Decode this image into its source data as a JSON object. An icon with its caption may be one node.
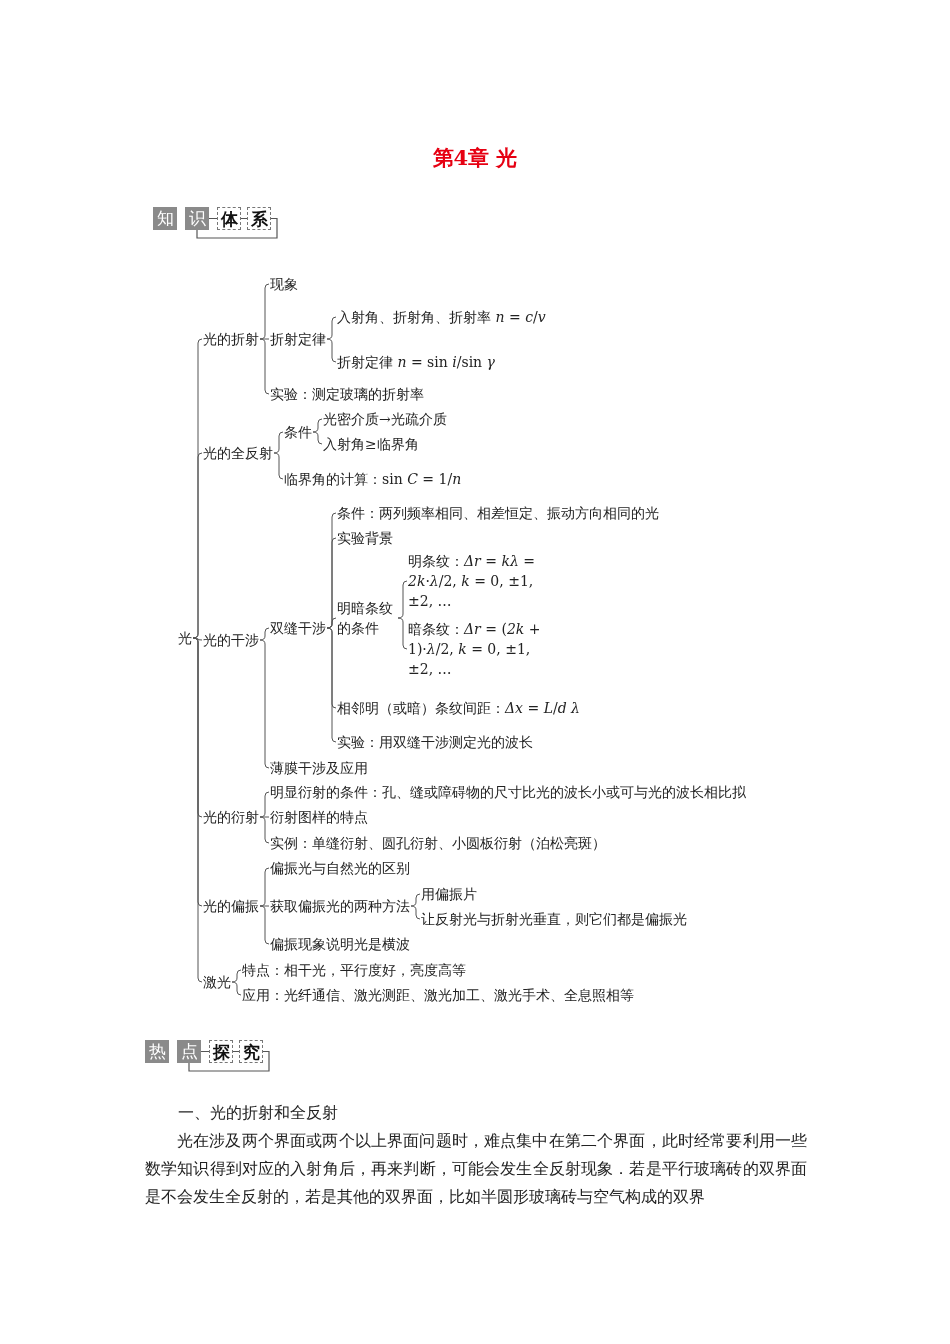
{
  "diagram": {
    "title": "第4章 光",
    "nodes": [
      {
        "text": [
          "光"
        ]
      },
      {
        "text": [
          "光的折射"
        ]
      },
      {
        "text": [
          "现象"
        ]
      },
      {
        "text": [
          "折射定律"
        ]
      },
      {
        "text": [
          "入射角、折射角、折射率 *n* = *c*/*v*"
        ]
      },
      {
        "text": [
          "折射定律 *n* = sin *i*/sin *γ*"
        ]
      },
      {
        "text": [
          "实验：测定玻璃的折射率"
        ]
      },
      {
        "text": [
          "光的全反射"
        ]
      },
      {
        "text": [
          "条件"
        ]
      },
      {
        "text": [
          "光密介质→光疏介质"
        ]
      },
      {
        "text": [
          "入射角≥临界角"
        ]
      },
      {
        "text": [
          "临界角的计算：sin *C* = 1/*n*"
        ]
      },
      {
        "text": [
          "光的干涉"
        ]
      },
      {
        "text": [
          "双缝干涉"
        ]
      },
      {
        "text": [
          "条件：两列频率相同、相差恒定、振动方向相同的光"
        ]
      },
      {
        "text": [
          "实验背景"
        ]
      },
      {
        "text": [
          "明暗条纹的条件"
        ]
      },
      {
        "text": [
          "明条纹：*Δr* = *kλ* = *2k*·*λ*/2, *k* = 0, ±1, ±2, …"
        ]
      },
      {
        "text": [
          "暗条纹：*Δr* = (*2k* + 1)·*λ*/2, *k* = 0, ±1, ±2, …"
        ]
      },
      {
        "text": [
          "相邻明（或暗）条纹间距：*Δx* = *L*/*d* *λ*"
        ]
      },
      {
        "text": [
          "实验：用双缝干涉测定光的波长"
        ]
      },
      {
        "text": [
          "薄膜干涉及应用"
        ]
      },
      {
        "text": [
          "光的衍射"
        ]
      },
      {
        "text": [
          "明显衍射的条件：孔、缝或障碍物的尺寸比光的波长小或可与光的波长相比拟"
        ]
      },
      {
        "text": [
          "衍射图样的特点"
        ]
      },
      {
        "text": [
          "实例：单缝衍射、圆孔衍射、小圆板衍射（泊松亮斑）"
        ]
      },
      {
        "text": [
          "光的偏振"
        ]
      },
      {
        "text": [
          "偏振光与自然光的区别"
        ]
      },
      {
        "text": [
          "获取偏振光的两种方法"
        ]
      },
      {
        "text": [
          "用偏振片"
        ]
      },
      {
        "text": [
          "让反射光与折射光垂直，则它们都是偏振光"
        ]
      },
      {
        "text": [
          "偏振现象说明光是横波"
        ]
      },
      {
        "text": [
          "激光"
        ]
      },
      {
        "text": [
          "特点：相干光，平行度好，亮度高等"
        ]
      },
      {
        "text": [
          "应用：光纤通信、激光测距、激光加工、激光手术、全息照相等"
        ]
      }
    ],
    "edges": [
      {
        "from": 0,
        "to": 1,
        "arrow": "none"
      },
      {
        "from": 1,
        "to": 2,
        "arrow": "none"
      },
      {
        "from": 1,
        "to": 3,
        "arrow": "none"
      },
      {
        "from": 3,
        "to": 4,
        "arrow": "none"
      },
      {
        "from": 3,
        "to": 5,
        "arrow": "none"
      },
      {
        "from": 1,
        "to": 6,
        "arrow": "none"
      },
      {
        "from": 0,
        "to": 7,
        "arrow": "none"
      },
      {
        "from": 7,
        "to": 8,
        "arrow": "none"
      },
      {
        "from": 8,
        "to": 9,
        "arrow": "none"
      },
      {
        "from": 8,
        "to": 10,
        "arrow": "none"
      },
      {
        "from": 7,
        "to": 11,
        "arrow": "none"
      },
      {
        "from": 0,
        "to": 12,
        "arrow": "none"
      },
      {
        "from": 12,
        "to": 13,
        "arrow": "none"
      },
      {
        "from": 13,
        "to": 14,
        "arrow": "none"
      },
      {
        "from": 13,
        "to": 15,
        "arrow": "none"
      },
      {
        "from": 13,
        "to": 16,
        "arrow": "none"
      },
      {
        "from": 16,
        "to": 17,
        "arrow": "none"
      },
      {
        "from": 16,
        "to": 18,
        "arrow": "none"
      },
      {
        "from": 13,
        "to": 19,
        "arrow": "none"
      },
      {
        "from": 13,
        "to": 20,
        "arrow": "none"
      },
      {
        "from": 12,
        "to": 21,
        "arrow": "none"
      },
      {
        "from": 0,
        "to": 22,
        "arrow": "none"
      },
      {
        "from": 22,
        "to": 23,
        "arrow": "none"
      },
      {
        "from": 22,
        "to": 24,
        "arrow": "none"
      },
      {
        "from": 22,
        "to": 25,
        "arrow": "none"
      },
      {
        "from": 0,
        "to": 26,
        "arrow": "none"
      },
      {
        "from": 26,
        "to": 27,
        "arrow": "none"
      },
      {
        "from": 26,
        "to": 28,
        "arrow": "none"
      },
      {
        "from": 28,
        "to": 29,
        "arrow": "none"
      },
      {
        "from": 28,
        "to": 30,
        "arrow": "none"
      },
      {
        "from": 26,
        "to": 31,
        "arrow": "none"
      },
      {
        "from": 0,
        "to": 32,
        "arrow": "none"
      },
      {
        "from": 32,
        "to": 33,
        "arrow": "none"
      },
      {
        "from": 32,
        "to": 34,
        "arrow": "none"
      }
    ],
    "labels": [
      "知识体系",
      "热点探究",
      "一、光的折射和全反射",
      "光在涉及两个界面或两个以上界面问题时，难点集中在第二个界面，此时经常要利用一些数学知识得到对应的入射角后，再来判断，可能会发生全反射现象．若是平行玻璃砖的双界面是不会发生全反射的，若是其他的双界面，比如半圆形玻璃砖与空气构成的双界"
    ]
  }
}
